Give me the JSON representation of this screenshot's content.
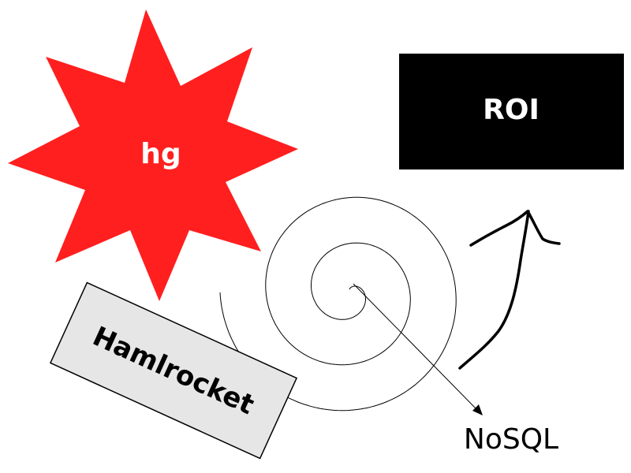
{
  "diagram": {
    "background": "#ffffff",
    "star": {
      "label": "hg",
      "fill": "#ff1f1f",
      "text_color": "#ffffff"
    },
    "box": {
      "label": "ROI",
      "fill": "#000000",
      "text_color": "#ffffff"
    },
    "tag": {
      "label": "Hamlrocket",
      "fill": "#e6e6e6",
      "stroke": "#000000",
      "text_color": "#000000"
    },
    "callout": {
      "label": "NoSQL",
      "text_color": "#000000"
    },
    "spiral": {
      "stroke": "#000000"
    },
    "scribble": {
      "stroke": "#000000"
    }
  }
}
